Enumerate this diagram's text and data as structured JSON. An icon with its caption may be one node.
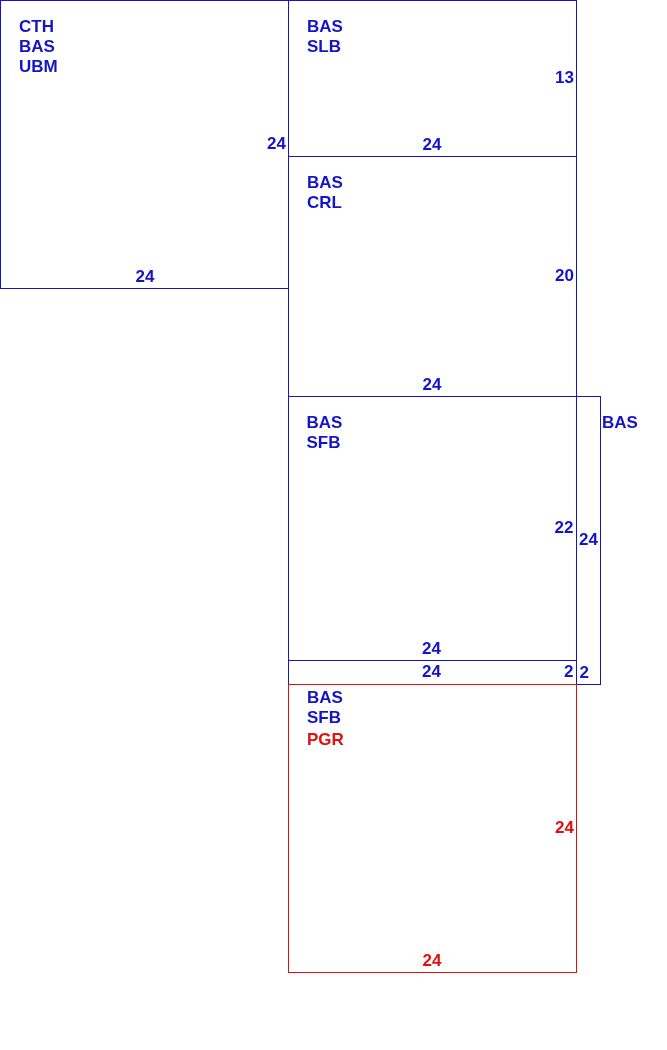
{
  "diagram": {
    "nodes": [
      {
        "text": [
          "CTH BAS UBM",
          "24",
          "24"
        ]
      },
      {
        "text": [
          "BAS SLB",
          "13",
          "24"
        ]
      },
      {
        "text": [
          "BAS CRL",
          "20",
          "24"
        ]
      },
      {
        "text": [
          "BAS",
          "24",
          "2"
        ]
      },
      {
        "text": [
          "BAS SFB",
          "22",
          "24"
        ],
        "in": 3
      },
      {
        "text": [
          "24",
          "2"
        ],
        "in": 3
      },
      {
        "text": [
          "BAS SFB",
          "PGR",
          "24",
          "24"
        ]
      }
    ]
  }
}
